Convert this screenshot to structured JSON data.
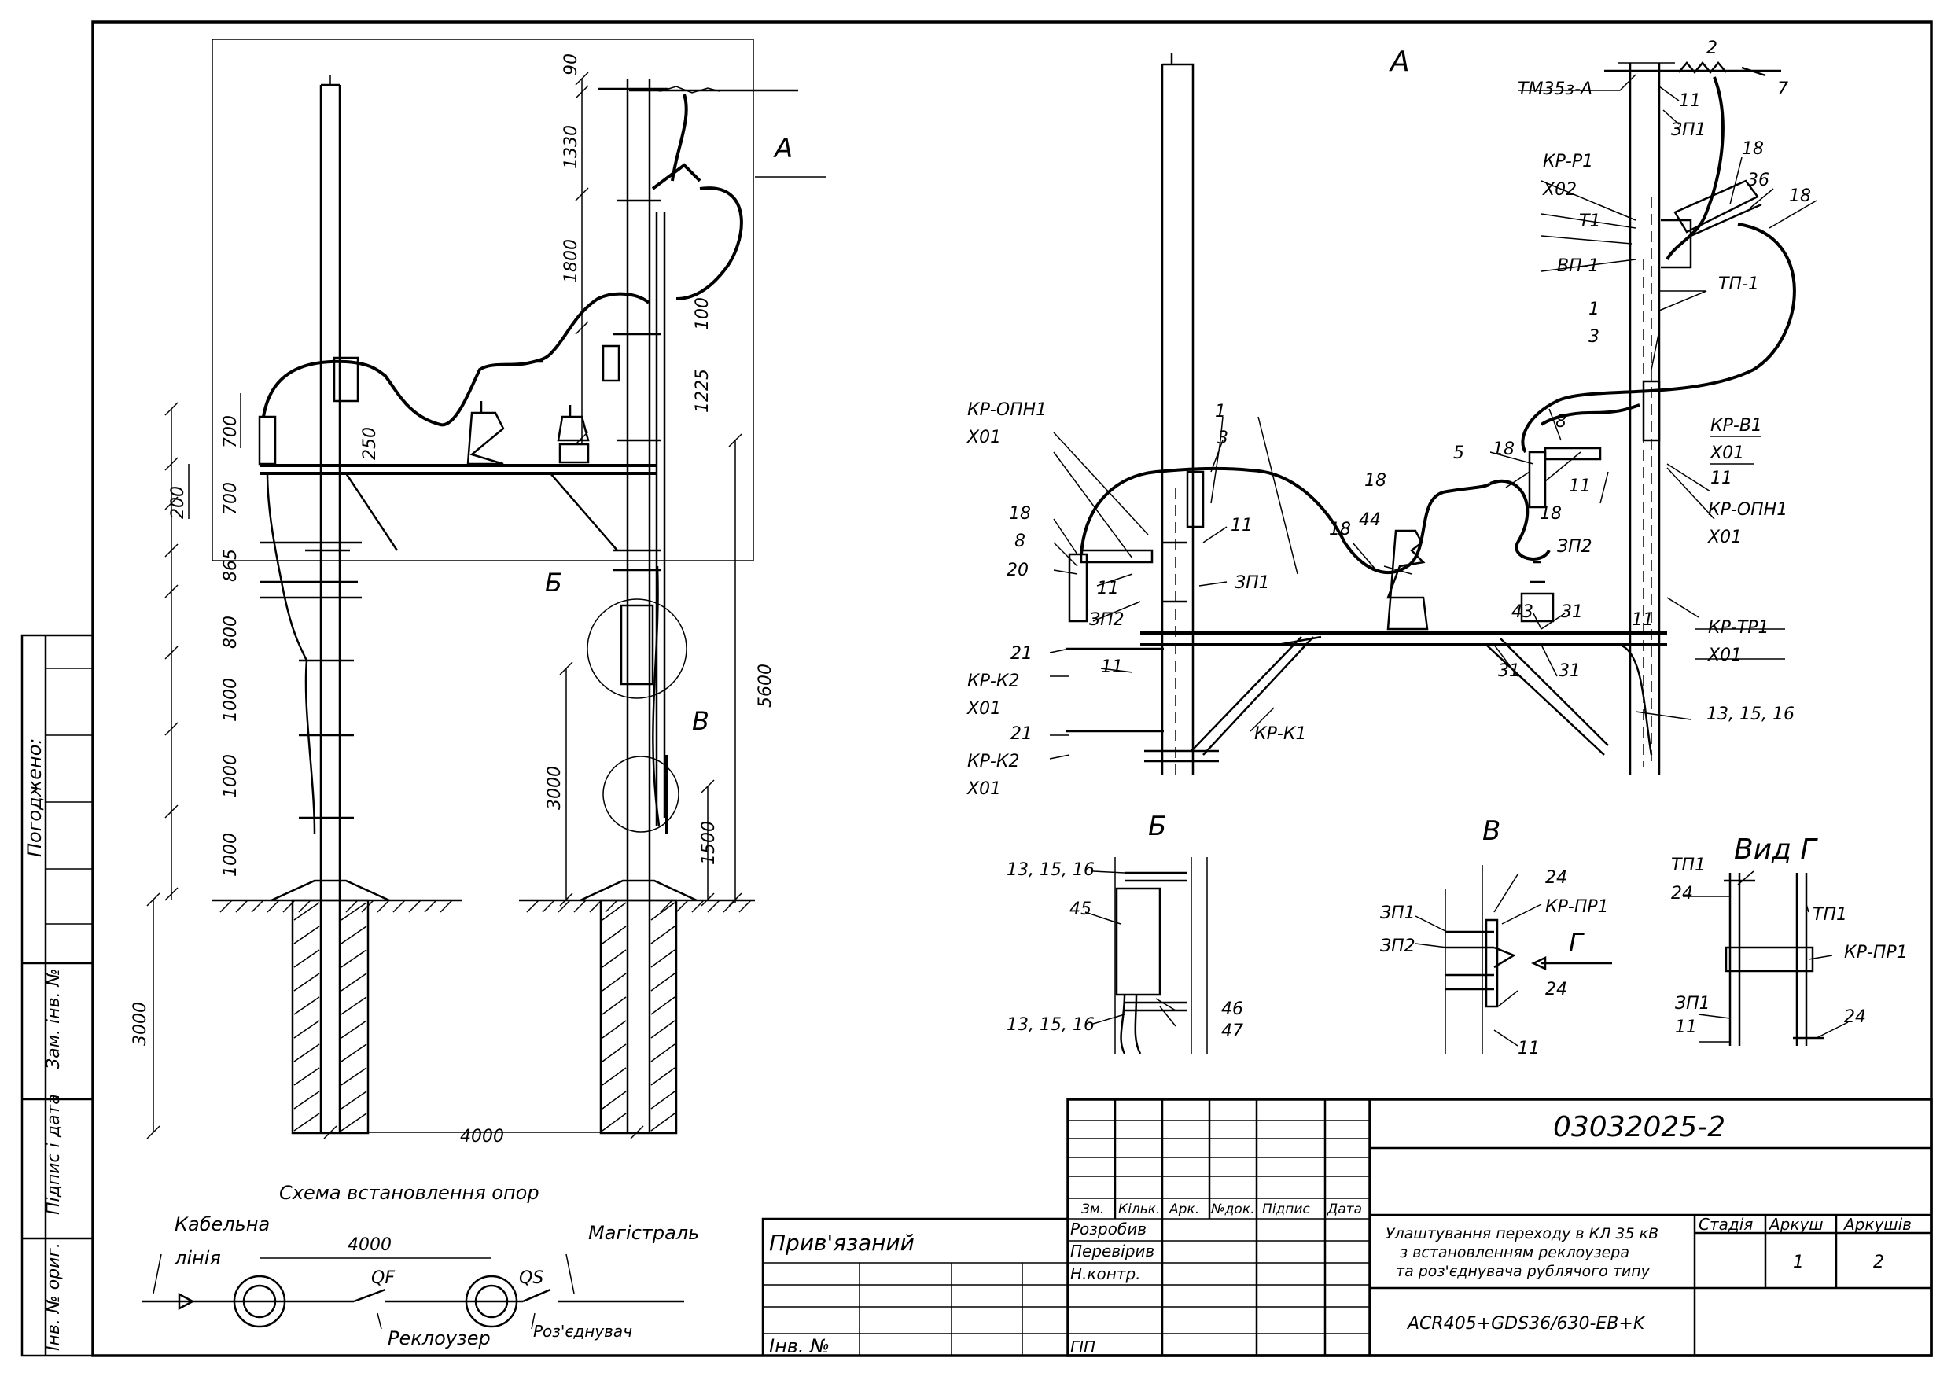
{
  "labels": {
    "view_a_top": "А",
    "view_a": "А",
    "view_b_top": "Б",
    "view_v_top": "В",
    "view_b": "Б",
    "view_v": "В",
    "vid_g": "Вид Г",
    "arrow_g": "Г"
  },
  "left_dims": [
    "90",
    "1330",
    "1800",
    "100",
    "1225",
    "250",
    "700",
    "200",
    "700",
    "865",
    "800",
    "1000",
    "1000",
    "1000",
    "5600",
    "3000",
    "1500",
    "3000",
    "4000"
  ],
  "schema": {
    "title": "Схема встановлення опор",
    "cable_top": "Кабельна",
    "cable_bottom": "лінія",
    "distance": "4000",
    "qf": "QF",
    "qs": "QS",
    "mainline": "Магістраль",
    "recloser": "Реклоузер",
    "disconnector": "Роз'єднувач"
  },
  "view_a_callouts": {
    "tm": "ТМ35з-А",
    "c2": "2",
    "c7": "7",
    "c11a": "11",
    "zp1a": "ЗП1",
    "krr1": "КР-Р1",
    "x02": "Х02",
    "t1": "Т1",
    "vp1": "ВП-1",
    "c18a": "18",
    "c36": "36",
    "c18b": "18",
    "tp1": "ТП-1",
    "c1a": "1",
    "c3a": "3",
    "krv1": "КР-В1",
    "x01a": "Х01",
    "c11b": "11",
    "kropn1r": "КР-ОПН1",
    "x01b": "Х01",
    "c8a": "8",
    "c18c": "18",
    "c5": "5",
    "c11c": "11",
    "zp2a": "ЗП2",
    "c18d": "18",
    "c44": "44",
    "c18e": "18",
    "kropn1l": "КР-ОПН1",
    "x01c": "Х01",
    "c1b": "1",
    "c3b": "3",
    "c18f": "18",
    "c8b": "8",
    "c20": "20",
    "c11d": "11",
    "zp2b": "ЗП2",
    "c11e": "11",
    "zp1b": "ЗП1",
    "c18g": "18",
    "c43": "43",
    "c31a": "31",
    "c31b": "31",
    "c31c": "31",
    "c11f": "11",
    "krtp1": "КР-ТР1",
    "x01d": "Х01",
    "c21a": "21",
    "krk2a": "КР-К2",
    "x01e": "Х01",
    "c11g": "11",
    "c21b": "21",
    "krk2b": "КР-К2",
    "x01f": "Х01",
    "krk1": "КР-К1",
    "c131516": "13, 15, 16"
  },
  "view_b": {
    "top": "13, 15, 16",
    "c45": "45",
    "c46": "46",
    "c47": "47",
    "bottom": "13, 15, 16"
  },
  "view_v": {
    "c24a": "24",
    "krpr1": "КР-ПР1",
    "zp1": "ЗП1",
    "zp2": "ЗП2",
    "c24b": "24",
    "c11": "11"
  },
  "vid_g": {
    "tp1a": "ТП1",
    "c24a": "24",
    "tp1b": "ТП1",
    "krpr1": "КР-ПР1",
    "zp1": "ЗП1",
    "c11": "11",
    "c24b": "24"
  },
  "left_strip": {
    "pogodzheno": "Погоджено:",
    "zam_inv": "Зам. інв. №",
    "pidpys_data": "Підпис і дата",
    "inv_orig": "Інв. № ориг."
  },
  "title_block": {
    "doc_number": "03032025-2",
    "col_zm": "Зм.",
    "col_kilk": "Кільк.",
    "col_ark": "Арк.",
    "col_ndok": "№док.",
    "col_pidpys": "Підпис",
    "col_data": "Дата",
    "pryviazanyi": "Прив'язаний",
    "inv_no": "Інв. №",
    "rozrobyv": "Розробив",
    "pereviryv": "Перевірив",
    "nkontr": "Н.контр.",
    "gip": "ГІП",
    "desc_line1": "Улаштування переходу в КЛ 35 кВ",
    "desc_line2": "з встановленням  реклоузера",
    "desc_line3": "та роз'єднувача рублячого типу",
    "stadia": "Стадія",
    "arkush": "Аркуш",
    "arkushiv": "Аркушів",
    "arkush_val": "1",
    "arkushiv_val": "2",
    "equipment": "ACR405+GDS36/630-EB+K"
  }
}
